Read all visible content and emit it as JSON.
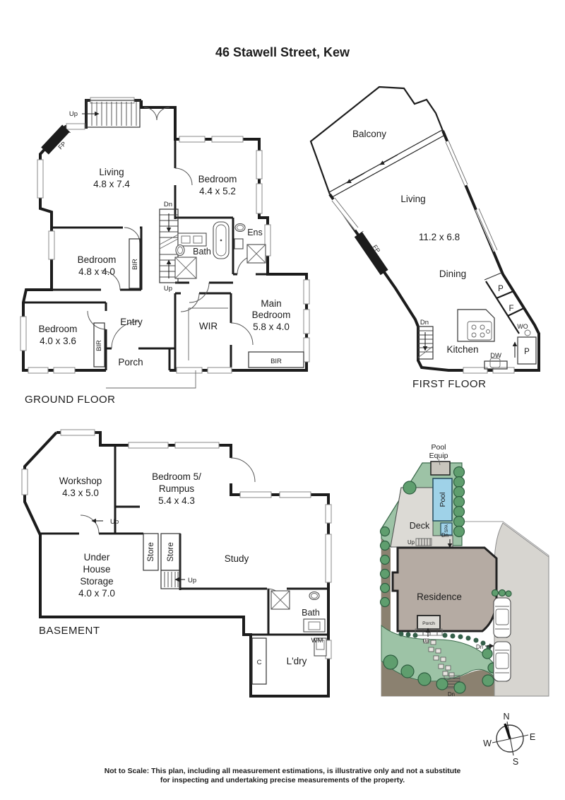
{
  "title": "46 Stawell Street, Kew",
  "ground_floor": {
    "label": "GROUND FLOOR",
    "living": {
      "name": "Living",
      "dims": "4.8 x 7.4"
    },
    "bedroom2": {
      "name": "Bedroom",
      "dims": "4.4 x 5.2"
    },
    "bedroom3": {
      "name": "Bedroom",
      "dims": "4.8 x 4.0"
    },
    "bedroom4": {
      "name": "Bedroom",
      "dims": "4.0 x 3.6"
    },
    "main_bedroom": {
      "name1": "Main",
      "name2": "Bedroom",
      "dims": "5.8 x 4.0"
    },
    "entry": "Entry",
    "porch": "Porch",
    "wir": "WIR",
    "bath": "Bath",
    "ens": "Ens",
    "bir1": "BIR",
    "bir2": "BIR",
    "bir3": "BIR",
    "up1": "Up",
    "dn": "Dn",
    "up2": "Up",
    "fp": "FP"
  },
  "first_floor": {
    "label": "FIRST FLOOR",
    "balcony": "Balcony",
    "living": {
      "name": "Living",
      "dims": "11.2 x 6.8"
    },
    "dining": "Dining",
    "kitchen": "Kitchen",
    "fp": "FP",
    "dn": "Dn",
    "dw": "DW",
    "p1": "P",
    "f": "F",
    "wo": "WO",
    "p2": "P"
  },
  "basement": {
    "label": "BASEMENT",
    "workshop": {
      "name": "Workshop",
      "dims": "4.3 x 5.0"
    },
    "rumpus": {
      "name1": "Bedroom 5/",
      "name2": "Rumpus",
      "dims": "5.4 x 4.3"
    },
    "storage": {
      "name1": "Under",
      "name2": "House",
      "name3": "Storage",
      "dims": "4.0 x 7.0"
    },
    "store1": "Store",
    "store2": "Store",
    "study": "Study",
    "bath": "Bath",
    "ldry": "L'dry",
    "wm": "WM",
    "c": "C",
    "up1": "Up",
    "up2": "Up"
  },
  "site_plan": {
    "pool_equip1": "Pool",
    "pool_equip2": "Equip",
    "pool": "Pool",
    "spa": "SPA",
    "deck": "Deck",
    "residence": "Residence",
    "porch": "Porch",
    "up1": "Up",
    "up2": "Up",
    "dn1": "Dn",
    "dn2": "Dn",
    "dn3": "Dn",
    "colors": {
      "garden": "#9dc3a6",
      "pool": "#9fd2e8",
      "residence": "#b5aba3",
      "driveway": "#d7d5d0",
      "deck": "#dcdad5",
      "tree": "#5f9e6e",
      "path": "#8b8170",
      "hedge": "#35604a"
    }
  },
  "compass": {
    "n": "N",
    "e": "E",
    "s": "S",
    "w": "W"
  },
  "disclaimer": {
    "line1": "Not to Scale: This plan, including all measurement estimations, is illustrative only and not a substitute",
    "line2": "for inspecting and undertaking precise measurements of the property."
  }
}
